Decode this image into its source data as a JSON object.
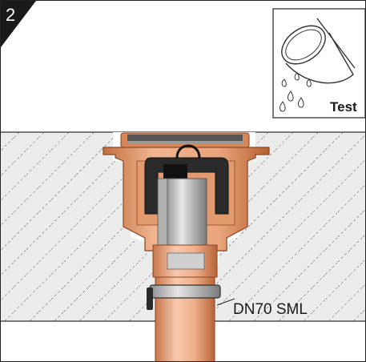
{
  "step": {
    "number": "2"
  },
  "inset": {
    "label": "Test",
    "icon": "water-bucket-pour-icon"
  },
  "pipe": {
    "label": "DN70 SML"
  },
  "colors": {
    "copper_light": "#f1b28f",
    "copper_mid": "#d98a5a",
    "copper_dark": "#a8552a",
    "concrete": "#e9e9e9",
    "hatch": "#555555",
    "seal": "#2a2a2a",
    "steel": "#bdbdbd"
  }
}
